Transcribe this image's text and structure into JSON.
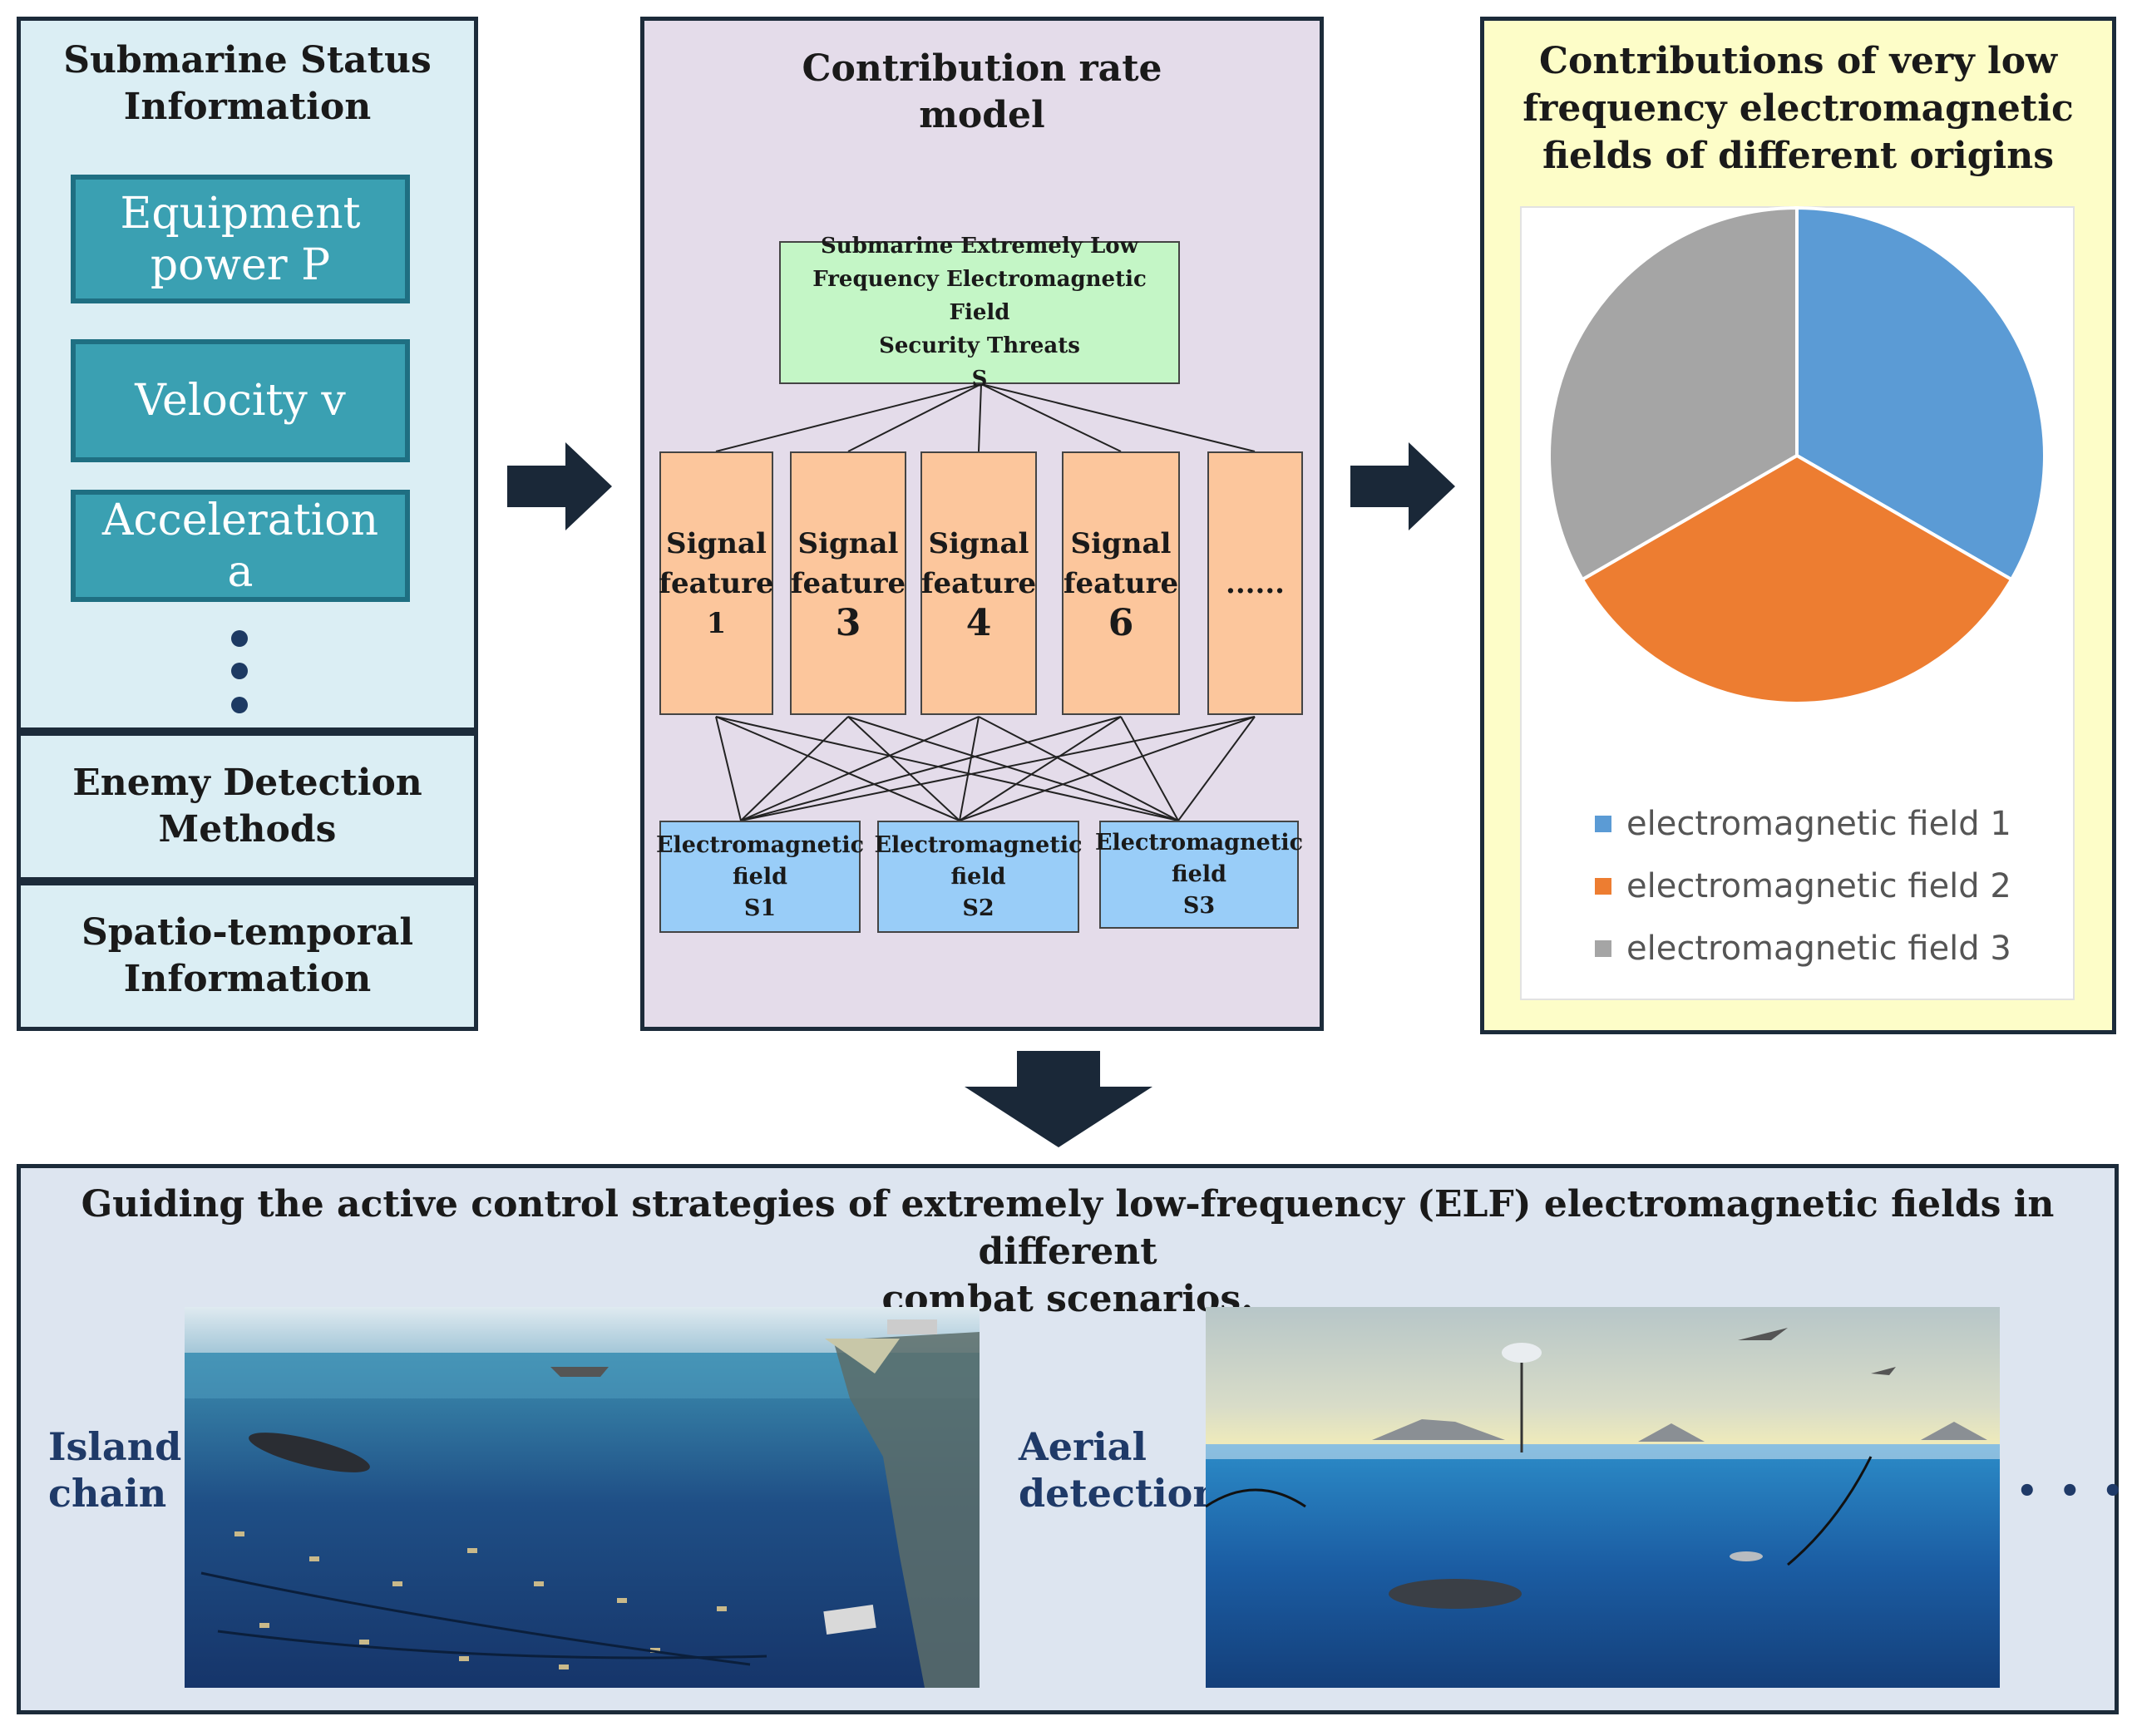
{
  "status": {
    "title_line1": "Submarine Status",
    "title_line2": "Information",
    "items": [
      {
        "line1": "Equipment",
        "line2": "power P"
      },
      {
        "line1": "Velocity v",
        "line2": ""
      },
      {
        "line1": "Acceleration",
        "line2": "a"
      }
    ]
  },
  "detection": {
    "line1": "Enemy Detection",
    "line2": "Methods"
  },
  "spatio": {
    "line1": "Spatio-temporal",
    "line2": "Information"
  },
  "model": {
    "title_line1": "Contribution rate",
    "title_line2": "model",
    "threat": {
      "line1": "Submarine Extremely Low",
      "line2": "Frequency Electromagnetic Field",
      "line3": "Security Threats",
      "line4": "S"
    },
    "features": [
      {
        "line1": "Signal",
        "line2": "feature",
        "line3": "1"
      },
      {
        "line1": "Signal",
        "line2": "feature",
        "line3": "3"
      },
      {
        "line1": "Signal",
        "line2": "feature",
        "line3": "4"
      },
      {
        "line1": "Signal",
        "line2": "feature",
        "line3": "6"
      },
      {
        "line1": "......",
        "line2": "",
        "line3": ""
      }
    ],
    "fields": [
      {
        "line1": "Electromagnetic",
        "line2": "field",
        "line3": "S1"
      },
      {
        "line1": "Electromagnetic",
        "line2": "field",
        "line3": "S2"
      },
      {
        "line1": "Electromagnetic",
        "line2": "field",
        "line3": "S3"
      }
    ]
  },
  "pie": {
    "title_line1": "Contributions of very low",
    "title_line2": "frequency electromagnetic",
    "title_line3": "fields of different origins",
    "colors": [
      "#5b9bd5",
      "#ed7d31",
      "#a5a5a5"
    ]
  },
  "chart_data": {
    "type": "pie",
    "categories": [
      "electromagnetic field 1",
      "electromagnetic field 2",
      "electromagnetic field 3"
    ],
    "values": [
      33.3,
      33.3,
      33.3
    ],
    "legend": "bottom"
  },
  "bottom": {
    "title_line1": "Guiding the active control strategies of extremely low-frequency (ELF) electromagnetic fields in different",
    "title_line2": "combat scenarios.",
    "scene1": {
      "line1": "Island",
      "line2": "chain"
    },
    "scene2": {
      "line1": "Aerial",
      "line2": "detection"
    },
    "more": "• • •"
  },
  "colors": {
    "panel_border": "#1c2b3a",
    "teal": "#3aa0b2",
    "arrow": "#1a2838"
  }
}
